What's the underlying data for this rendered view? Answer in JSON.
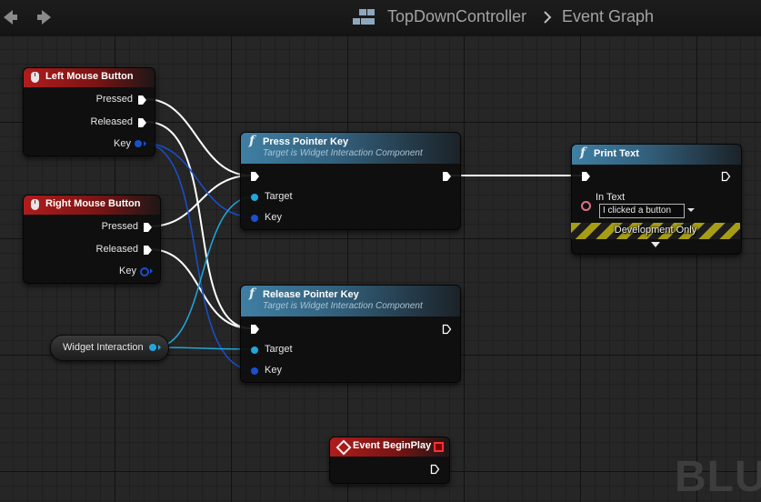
{
  "breadcrumb": {
    "blueprint": "TopDownController",
    "graph": "Event Graph"
  },
  "watermark": "BLU",
  "nodes": {
    "left_mouse": {
      "title": "Left Mouse Button",
      "pins": [
        "Pressed",
        "Released",
        "Key"
      ]
    },
    "right_mouse": {
      "title": "Right Mouse Button",
      "pins": [
        "Pressed",
        "Released",
        "Key"
      ]
    },
    "press_pointer": {
      "title": "Press Pointer Key",
      "subtitle": "Target is Widget Interaction Component",
      "pins": [
        "Target",
        "Key"
      ]
    },
    "release_pointer": {
      "title": "Release Pointer Key",
      "subtitle": "Target is Widget Interaction Component",
      "pins": [
        "Target",
        "Key"
      ]
    },
    "print_text": {
      "title": "Print Text",
      "in_text_label": "In Text",
      "in_text_value": "I clicked a button",
      "dev_only": "Development Only"
    },
    "widget_interaction": {
      "label": "Widget Interaction"
    },
    "begin_play": {
      "title": "Event BeginPlay"
    }
  },
  "colors": {
    "event_header": "#b01c1c",
    "function_header": "#3f7fa3",
    "exec_wire": "#ffffff",
    "key_wire": "#1a4fd0",
    "target_wire": "#21a7dd",
    "text_pin": "#e0708a"
  },
  "icons": {
    "back": "arrow-left-icon",
    "forward": "arrow-right-icon",
    "blueprint": "blueprint-icon",
    "mouse": "mouse-icon",
    "function": "function-icon",
    "event": "event-icon"
  }
}
